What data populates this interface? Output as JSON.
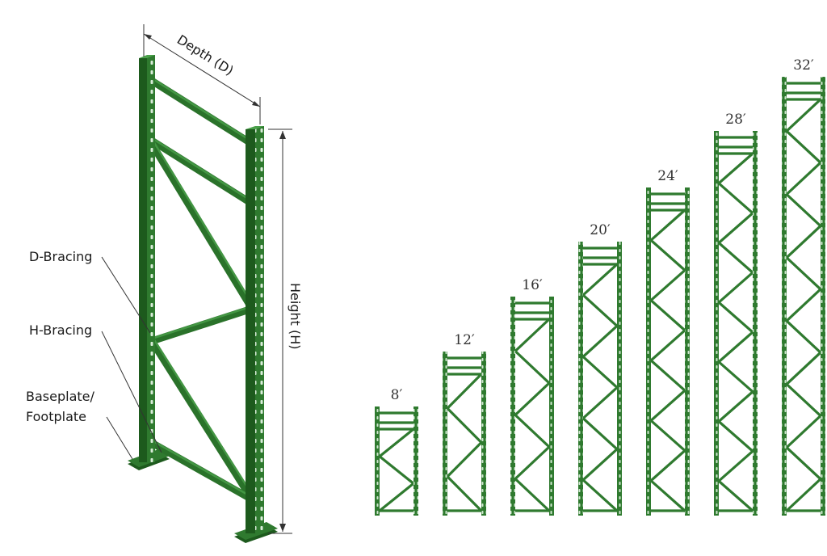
{
  "labels": {
    "depth": "Depth (D)",
    "height": "Height (H)",
    "d_bracing": "D-Bracing",
    "h_bracing": "H-Bracing",
    "baseplate_line1": "Baseplate/",
    "baseplate_line2": "Footplate"
  },
  "frames": [
    {
      "height_label": "8′"
    },
    {
      "height_label": "12′"
    },
    {
      "height_label": "16′"
    },
    {
      "height_label": "20′"
    },
    {
      "height_label": "24′"
    },
    {
      "height_label": "28′"
    },
    {
      "height_label": "32′"
    }
  ],
  "colors": {
    "steel_green": "#2f7a2f",
    "steel_dark": "#1d5a1d",
    "steel_light": "#4aa04a",
    "line": "#333333"
  }
}
